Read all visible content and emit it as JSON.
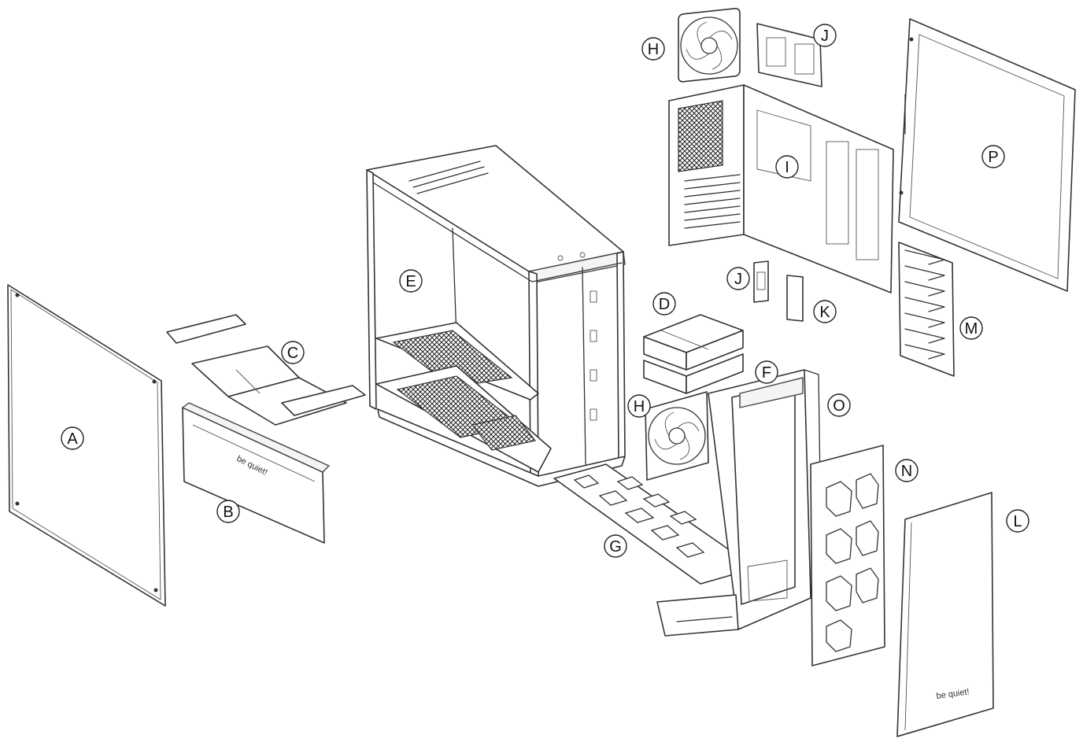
{
  "callouts": {
    "A": "A",
    "B": "B",
    "C": "C",
    "D": "D",
    "E": "E",
    "F": "F",
    "G": "G",
    "H_top": "H",
    "H_mid": "H",
    "I_top": "I",
    "J_top": "J",
    "J_mid": "J",
    "K": "K",
    "L": "L",
    "M": "M",
    "N": "N",
    "O": "O",
    "P": "P"
  },
  "logo": "be quiet!"
}
